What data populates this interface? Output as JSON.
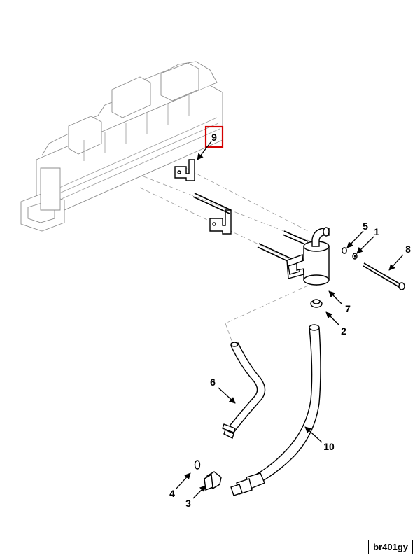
{
  "diagram": {
    "highlight_color": "#d40000",
    "callouts": [
      "1",
      "2",
      "3",
      "4",
      "5",
      "6",
      "7",
      "8",
      "9",
      "10"
    ],
    "highlighted_callout": "9"
  },
  "figure_id": "br401gy"
}
